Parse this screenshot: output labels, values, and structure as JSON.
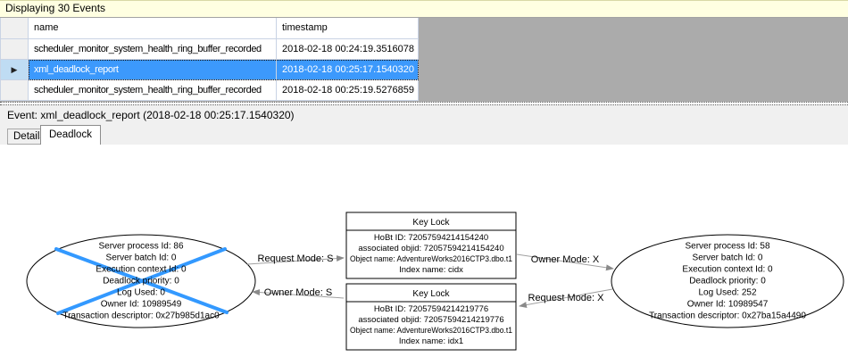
{
  "window": {
    "title_bar": "Displaying 30 Events"
  },
  "events_table": {
    "columns": [
      "name",
      "timestamp"
    ],
    "row_indicator": "▶",
    "rows": [
      {
        "name": "scheduler_monitor_system_health_ring_buffer_recorded",
        "timestamp": "2018-02-18 00:24:19.3516078",
        "selected": false
      },
      {
        "name": "xml_deadlock_report",
        "timestamp": "2018-02-18 00:25:17.1540320",
        "selected": true
      },
      {
        "name": "scheduler_monitor_system_health_ring_buffer_recorded",
        "timestamp": "2018-02-18 00:25:19.5276859",
        "selected": false
      }
    ]
  },
  "event_header": "Event: xml_deadlock_report (2018-02-18 00:25:17.1540320)",
  "tabs": [
    {
      "label": "Details",
      "active": false
    },
    {
      "label": "Deadlock",
      "active": true
    }
  ],
  "deadlock_graph": {
    "nodes": [
      {
        "id": "process-left",
        "kind": "process",
        "victim": true,
        "lines": [
          "Server process Id: 86",
          "Server batch Id: 0",
          "Execution context Id: 0",
          "Deadlock priority: 0",
          "Log Used: 0",
          "Owner Id: 10989549",
          "Transaction descriptor: 0x27b985d1ac0"
        ]
      },
      {
        "id": "process-right",
        "kind": "process",
        "victim": false,
        "lines": [
          "Server process Id: 58",
          "Server batch Id: 0",
          "Execution context Id: 0",
          "Deadlock priority: 0",
          "Log Used: 252",
          "Owner Id: 10989547",
          "Transaction descriptor: 0x27ba15a4490"
        ]
      },
      {
        "id": "resource-top",
        "kind": "resource",
        "title": "Key Lock",
        "lines": [
          "HoBt ID: 72057594214154240",
          "associated objid: 72057594214154240",
          "Object name: AdventureWorks2016CTP3.dbo.t1",
          "Index name: cidx"
        ]
      },
      {
        "id": "resource-bottom",
        "kind": "resource",
        "title": "Key Lock",
        "lines": [
          "HoBt ID: 72057594214219776",
          "associated objid: 72057594214219776",
          "Object name: AdventureWorks2016CTP3.dbo.t1",
          "Index name: idx1"
        ]
      }
    ],
    "edges": [
      {
        "label": "Request Mode: S",
        "from": "process-left",
        "to": "resource-top"
      },
      {
        "label": "Owner Mode: X",
        "from": "resource-top",
        "to": "process-right"
      },
      {
        "label": "Owner Mode: S",
        "from": "resource-bottom",
        "to": "process-left"
      },
      {
        "label": "Request Mode: X",
        "from": "process-right",
        "to": "resource-bottom"
      }
    ]
  },
  "colors": {
    "info_bar_bg": "#FFFFE1",
    "selection_bg": "#3C99FC",
    "selection_text": "#FFFFFF",
    "victim_cross": "#3399FF",
    "grid_line": "#C9D3E4",
    "empty_grid_bg": "#ABABAB",
    "edge_line": "#A0A0A0",
    "lower_pane_bg": "#F0F0F0",
    "node_stroke": "#000000"
  }
}
